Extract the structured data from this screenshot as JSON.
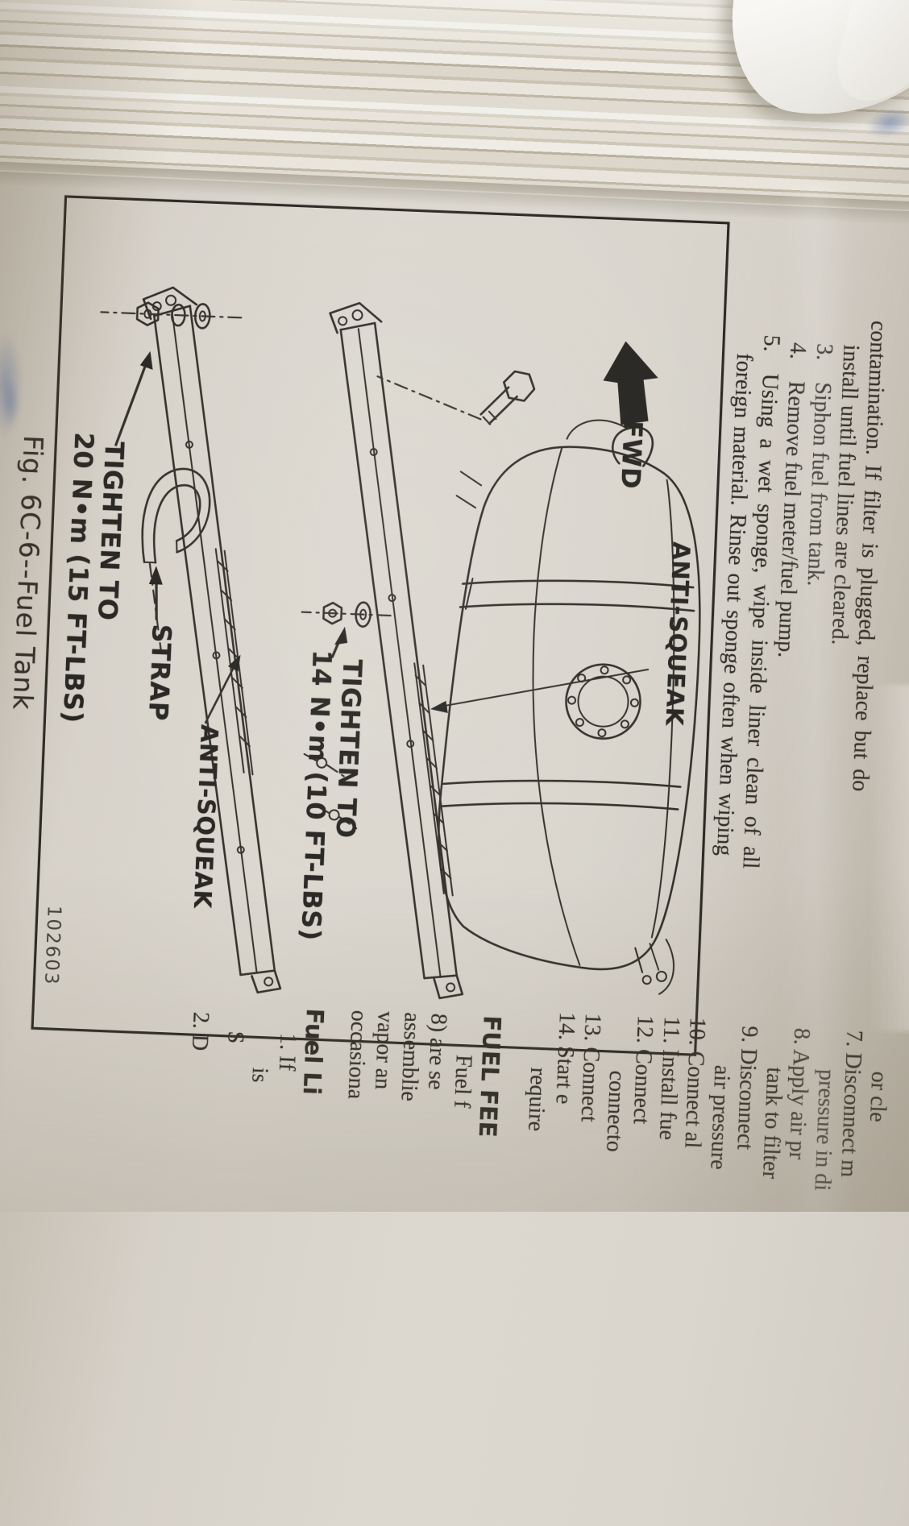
{
  "colors": {
    "ink": "#302d27",
    "paper": "#d8d3ca"
  },
  "left_column": {
    "lines": [
      {
        "text": "contamination. If filter is plugged, replace but do"
      },
      {
        "text": "install until fuel lines are cleared."
      }
    ],
    "items": [
      {
        "num": "3.",
        "text": "Siphon fuel from tank."
      },
      {
        "num": "4.",
        "text": "Remove fuel meter/fuel pump."
      },
      {
        "num": "5.",
        "text": "Using a wet sponge, wipe inside liner clean of all"
      },
      {
        "num": "",
        "text": "foreign material. Rinse out sponge often when wiping"
      }
    ]
  },
  "figure": {
    "caption": "Fig. 6C-6--Fuel Tank",
    "part_number": "102603",
    "labels": {
      "fwd": "FWD",
      "anti_squeak_top": "ANTI-SQUEAK",
      "anti_squeak_bottom": "ANTI-SQUEAK",
      "strap": "STRAP",
      "tighten_20_line1": "TIGHTEN TO",
      "tighten_20_line2": "20 N•m (15 FT-LBS)",
      "tighten_14_line1": "TIGHTEN TO",
      "tighten_14_line2": "14 N•m (10 FT-LBS)"
    }
  },
  "right_column": {
    "lines": [
      {
        "text": "or cle"
      },
      {
        "text": "7. Disconnect m"
      },
      {
        "text": "pressure in di"
      },
      {
        "text": "8. Apply air pr"
      },
      {
        "text": "tank to filter"
      },
      {
        "text": "9. Disconnect"
      },
      {
        "text": "air pressure"
      },
      {
        "text": "10. Connect al"
      },
      {
        "text": "11. Install fue"
      },
      {
        "text": "12. Connect"
      },
      {
        "text": "connecto"
      },
      {
        "text": "13. Connect"
      },
      {
        "text": "14. Start e"
      },
      {
        "text": "require"
      },
      {
        "text": "FUEL FEE"
      },
      {
        "text": "Fuel f"
      },
      {
        "text": "8) are se"
      },
      {
        "text": "assemblie"
      },
      {
        "text": "vapor an"
      },
      {
        "text": "occasiona"
      },
      {
        "text": "Fuel Li"
      },
      {
        "text": "1. If"
      },
      {
        "text": "is"
      },
      {
        "text": "S"
      },
      {
        "text": "2. D"
      }
    ]
  }
}
